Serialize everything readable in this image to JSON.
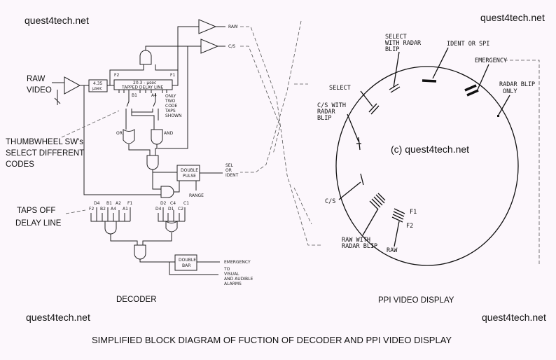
{
  "watermarks": {
    "top_left": "quest4tech.net",
    "top_right": "quest4tech.net",
    "bottom_left": "quest4tech.net",
    "bottom_right": "quest4tech.net",
    "center": "(c) quest4tech.net"
  },
  "title": "SIMPLIFIED BLOCK DIAGRAM OF FUCTION OF DECODER AND PPI VIDEO DISPLAY",
  "decoder": {
    "section_label": "DECODER",
    "raw_video_label_1": "RAW",
    "raw_video_label_2": "VIDEO",
    "delay_box_1": "4.35",
    "delay_box_2": "μsec",
    "tapped_line_1": "20.3 - μsec",
    "tapped_line_2": "TAPPED DELAY LINE",
    "f2": "F2",
    "f1": "F1",
    "b1": "B1",
    "a4": "A4",
    "only_two_code_taps": [
      "ONLY",
      "TWO",
      "CODE",
      "TAPS",
      "SHOWN"
    ],
    "or_label": "OR",
    "and_label": "AND",
    "thumbwheel_note": [
      "THUMBWHEEL SW's",
      "SELECT DIFFERENT",
      "CODES"
    ],
    "double_pulse": [
      "DOUBLE",
      "PULSE"
    ],
    "range": "RANGE",
    "sel_or_ident": [
      "SEL",
      "OR",
      "IDENT"
    ],
    "raw_out": "RAW",
    "cs_out": "C/S",
    "taps_note": [
      "TAPS OFF",
      "DELAY LINE"
    ],
    "taps_group1_top": [
      "D4",
      "B1",
      "A2",
      "F1"
    ],
    "taps_group1_bottom": [
      "F2",
      "B2",
      "A4",
      "A1"
    ],
    "taps_group2_top": [
      "D2",
      "C4",
      "C1"
    ],
    "taps_group2_bottom": [
      "D4",
      "D1",
      "C2"
    ],
    "double_bar": [
      "DOUBLE",
      "BAR"
    ],
    "emergency_out": "EMERGENCY",
    "alarms_out": [
      "TO",
      "VISUAL",
      "AND AUDIBLE",
      "ALARMS"
    ]
  },
  "ppi": {
    "section_label": "PPI VIDEO DISPLAY",
    "labels": {
      "select_with_radar": [
        "SELECT",
        "WITH RADAR",
        "BLIP"
      ],
      "ident_or_spi": "IDENT OR SPI",
      "emergency": "EMERGENCY",
      "radar_blip_only": [
        "RADAR BLIP",
        "ONLY"
      ],
      "select": "SELECT",
      "cs_with_radar": [
        "C/S WITH",
        "RADAR",
        "BLIP"
      ],
      "cs": "C/S",
      "raw_with_radar": [
        "RAW WITH",
        "RADAR BLIP"
      ],
      "raw": "RAW",
      "f1": "F1",
      "f2": "F2"
    }
  }
}
